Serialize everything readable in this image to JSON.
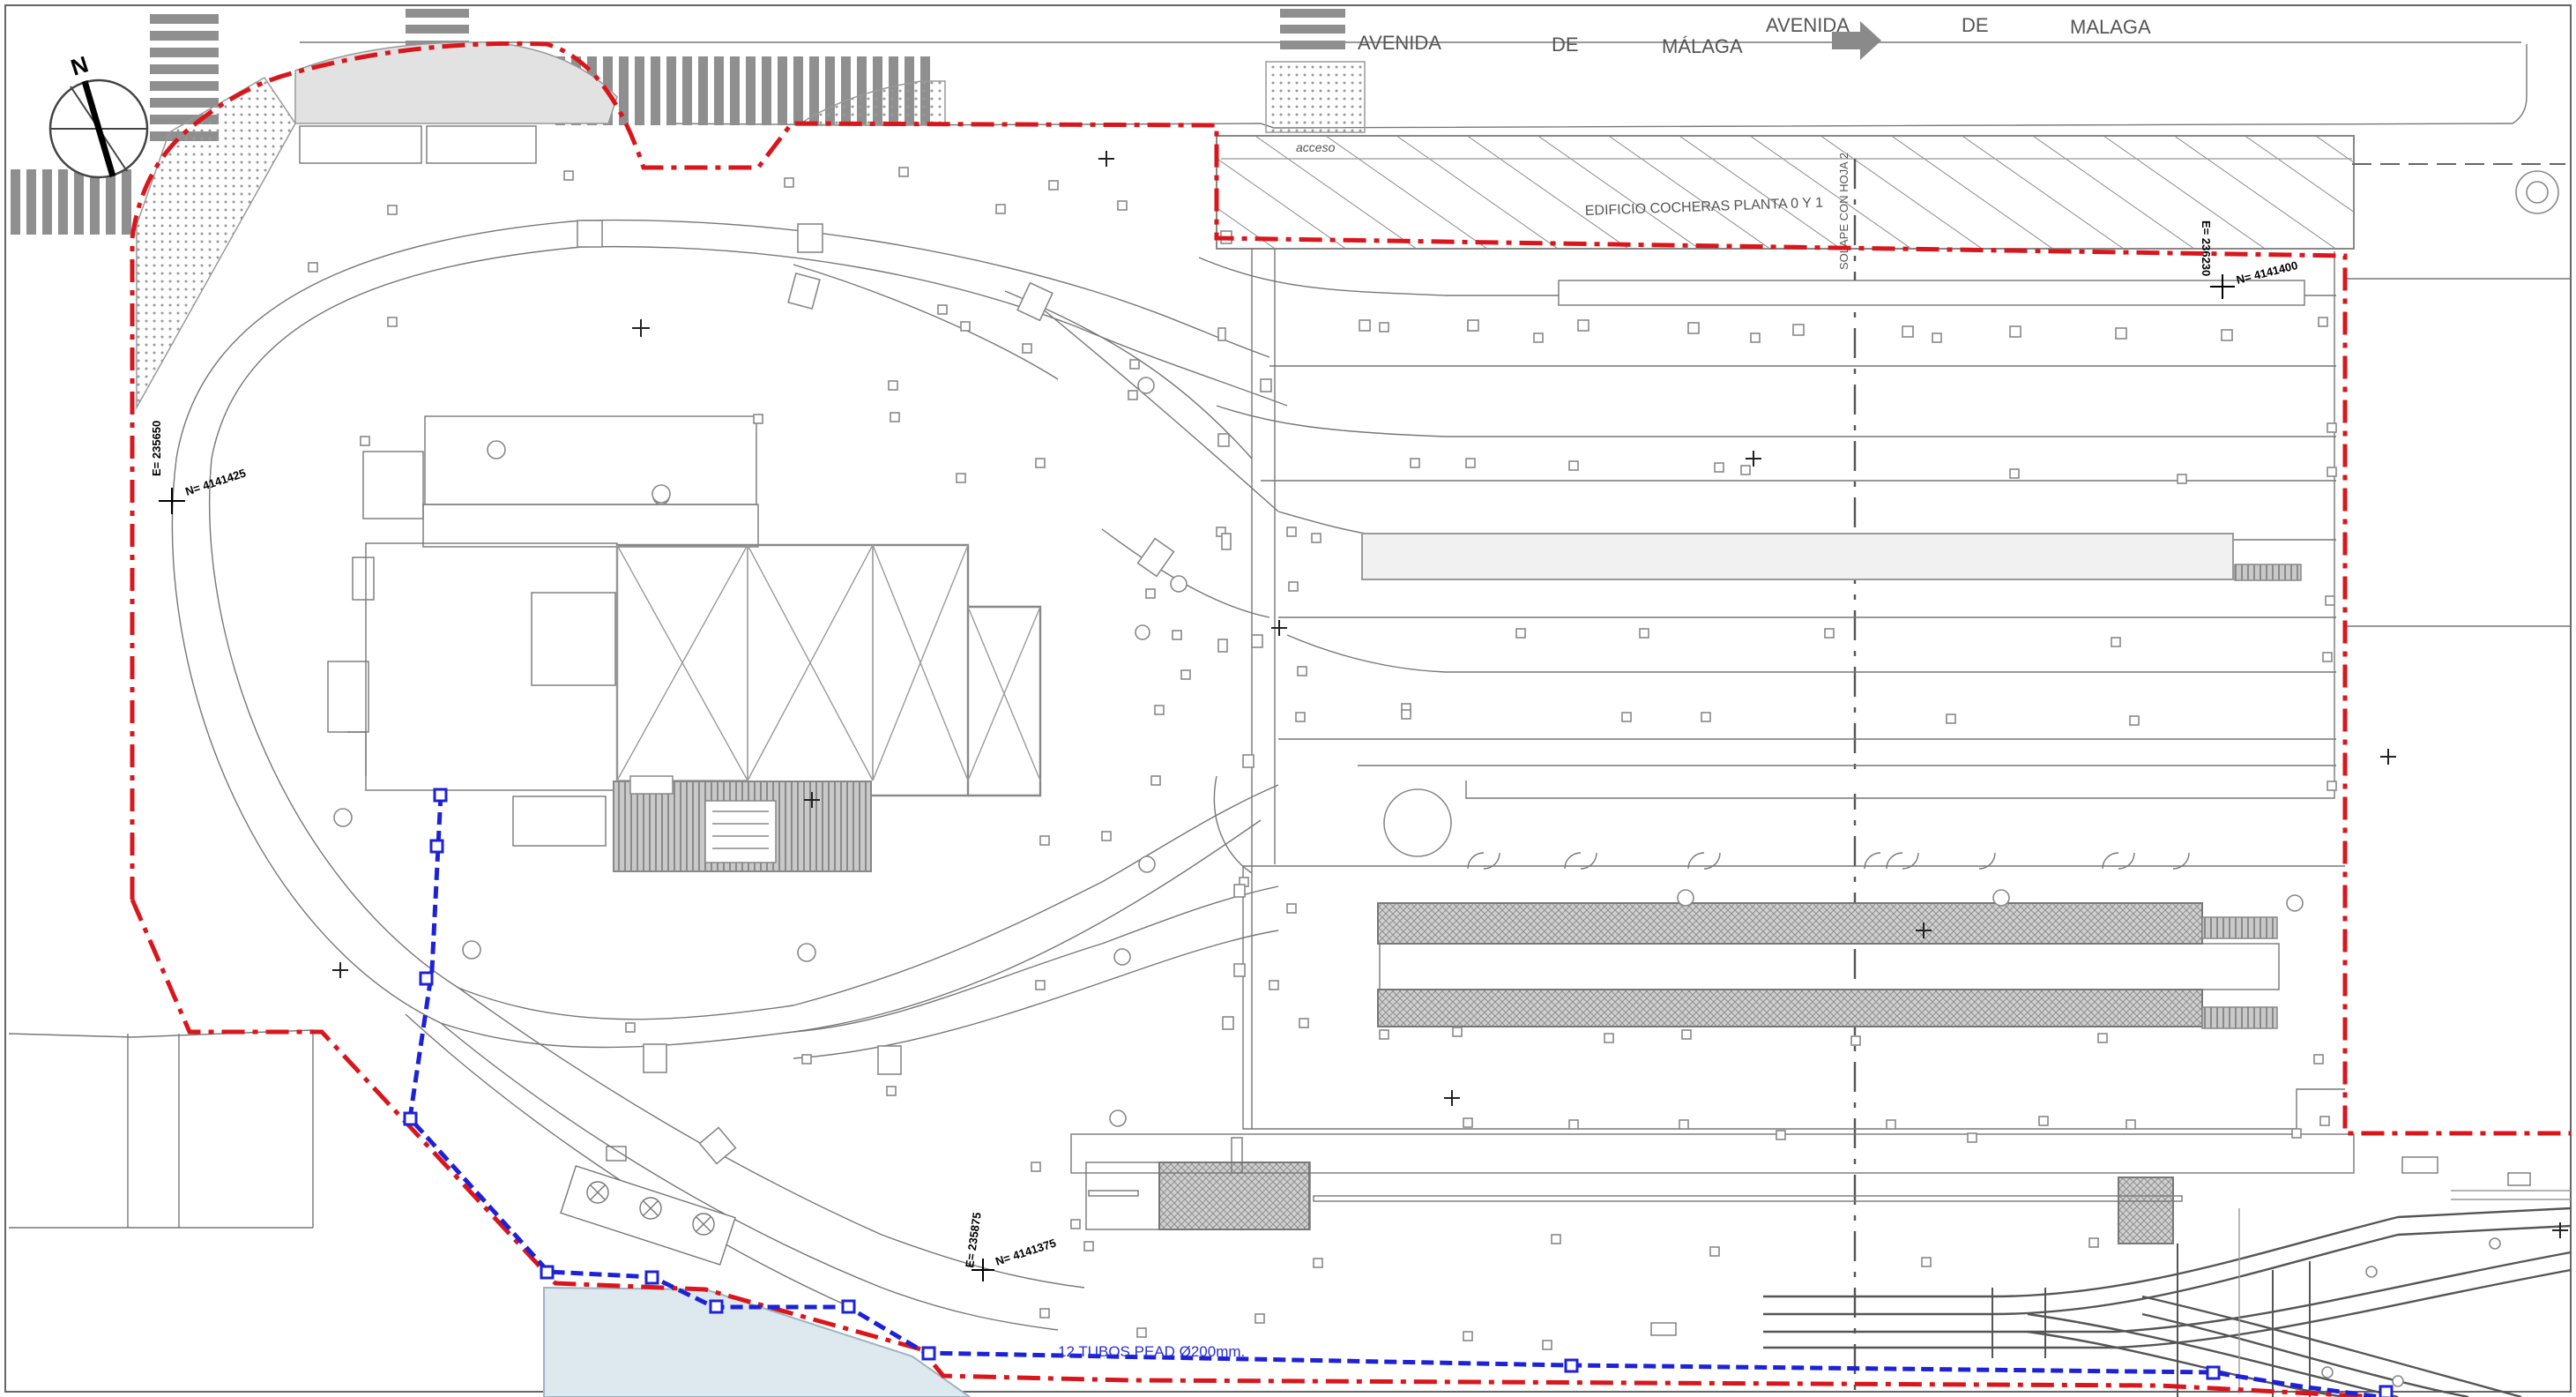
{
  "street": {
    "name_parts": [
      "AVENIDA",
      "DE",
      "MÁLAGA"
    ],
    "name_parts_right": [
      "AVENIDA",
      "DE",
      "MALAGA"
    ]
  },
  "north_arrow": {
    "letter": "N",
    "icon": "north-arrow-icon"
  },
  "building": {
    "access_label": "acceso",
    "label": "EDIFICIO COCHERAS PLANTA 0 Y 1",
    "overlap_note": "SOLAPE CON HOJA 2"
  },
  "coordinates": {
    "c1_e": "E= 235650",
    "c1_n": "N= 4141425",
    "c2_e": "E= 236230",
    "c2_n": "N= 4141400",
    "c3_e": "E= 235875",
    "c3_n": "N= 4141375"
  },
  "pipes": {
    "label": "12 TUBOS PEAD Ø200mm."
  },
  "colors": {
    "boundary_red": "#d9161c",
    "conduit_blue": "#1d22d6",
    "water": "#dde9ef",
    "hatch": "#bdbdbd"
  }
}
